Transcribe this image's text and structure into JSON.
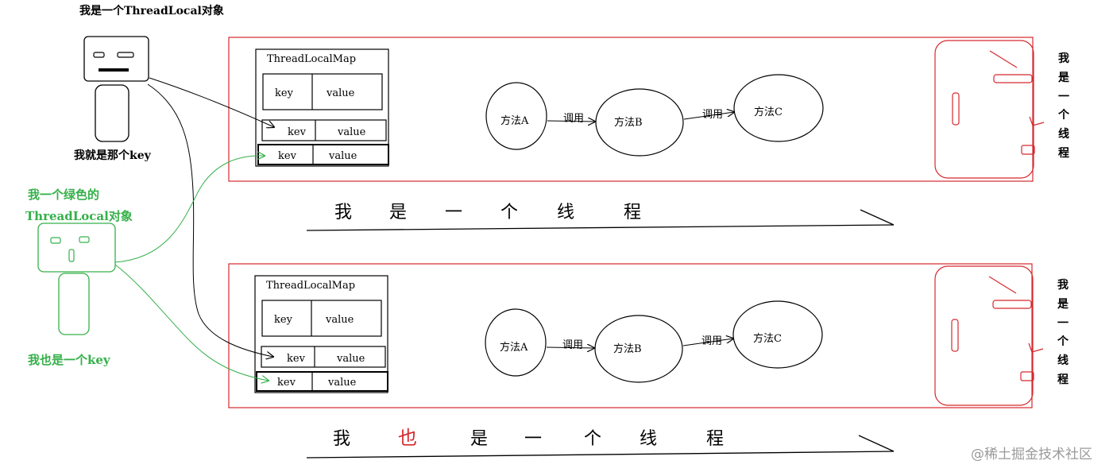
{
  "colors": {
    "black": "#000000",
    "red": "#d6282d",
    "green": "#35b04a",
    "gray_watermark": "#9a9a9a"
  },
  "top_left": {
    "object_caption": "我是一个ThreadLocal对象",
    "key_caption": "我就是那个key"
  },
  "green_object": {
    "caption_line1": "我一个绿色的",
    "caption_line2": "ThreadLocal对象",
    "key_caption": "我也是一个key"
  },
  "threads": [
    {
      "map_title": "ThreadLocalMap",
      "rows": [
        {
          "key": "key",
          "value": "value"
        },
        {
          "key": "kev",
          "value": "value"
        },
        {
          "key": "kev",
          "value": "value"
        }
      ],
      "method_a": "方法A",
      "method_b": "方法B",
      "method_c": "方法C",
      "call_ab": "调用",
      "call_bc": "调用",
      "vertical_label": [
        "我",
        "是",
        "一",
        "个",
        "线",
        "程"
      ],
      "bottom_label": [
        "我",
        "是",
        "一",
        "个",
        "线",
        "程"
      ]
    },
    {
      "map_title": "ThreadLocalMap",
      "rows": [
        {
          "key": "key",
          "value": "value"
        },
        {
          "key": "kev",
          "value": "value"
        },
        {
          "key": "kev",
          "value": "value"
        }
      ],
      "method_a": "方法A",
      "method_b": "方法B",
      "method_c": "方法C",
      "call_ab": "调用",
      "call_bc": "调用",
      "vertical_label": [
        "我",
        "是",
        "一",
        "个",
        "线",
        "程"
      ],
      "bottom_label": [
        "我",
        "也",
        "是",
        "一",
        "个",
        "线",
        "程"
      ]
    }
  ],
  "watermark": "@稀土掘金技术社区"
}
